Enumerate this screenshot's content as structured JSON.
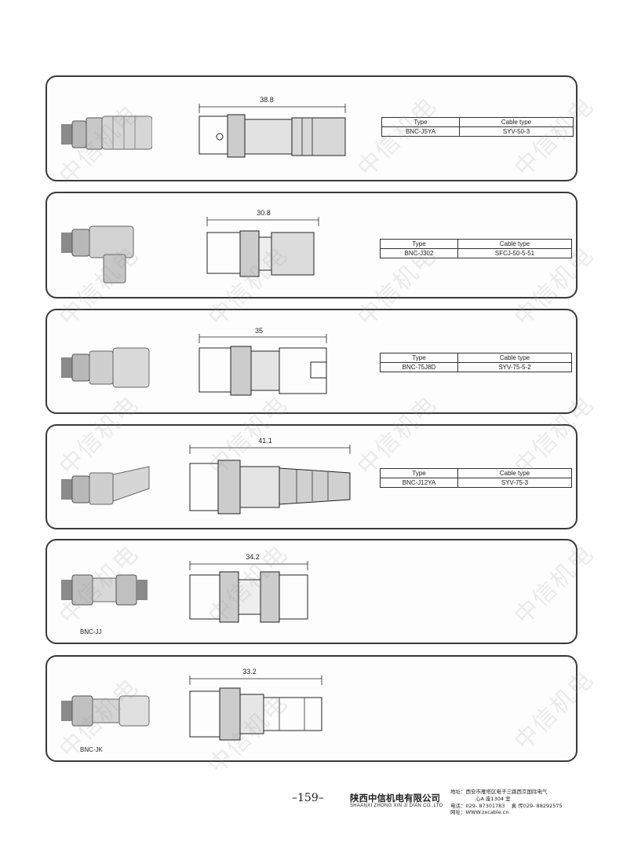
{
  "panels": [
    {
      "dimension": "38.8",
      "spec": {
        "type_header": "Type",
        "cable_header": "Cable type",
        "type": "BNC-J5YA",
        "cable": "SYV-50-3"
      }
    },
    {
      "dimension": "30.8",
      "spec": {
        "type_header": "Type",
        "cable_header": "Cable type",
        "type": "BNC-J302",
        "cable": "SFCJ-50-5-51"
      }
    },
    {
      "dimension": "35",
      "spec": {
        "type_header": "Type",
        "cable_header": "Cable type",
        "type": "BNC-75J8D",
        "cable": "SYV-75-5-2"
      }
    },
    {
      "dimension": "41.1",
      "spec": {
        "type_header": "Type",
        "cable_header": "Cable type",
        "type": "BNC-J12YA",
        "cable": "SYV-75-3"
      }
    },
    {
      "dimension": "34.2",
      "caption": "BNC-JJ"
    },
    {
      "dimension": "33.2",
      "caption": "BNC-JK"
    }
  ],
  "watermark_text": "中信机电",
  "footer": {
    "page_number": "–159–",
    "company_cn": "陕西中信机电有限公司",
    "company_en": "SHAANXI ZHONG XIN JI DIAN CO.,LTD",
    "address_line1": "地址：西安市雁塔区电子三路西京国际电气",
    "address_line2": "心A 座1304 室",
    "phone": "电话：029- 87301783",
    "fax": "真 传029- 88292575",
    "website": "网址：WWW.zxcable.cn"
  }
}
